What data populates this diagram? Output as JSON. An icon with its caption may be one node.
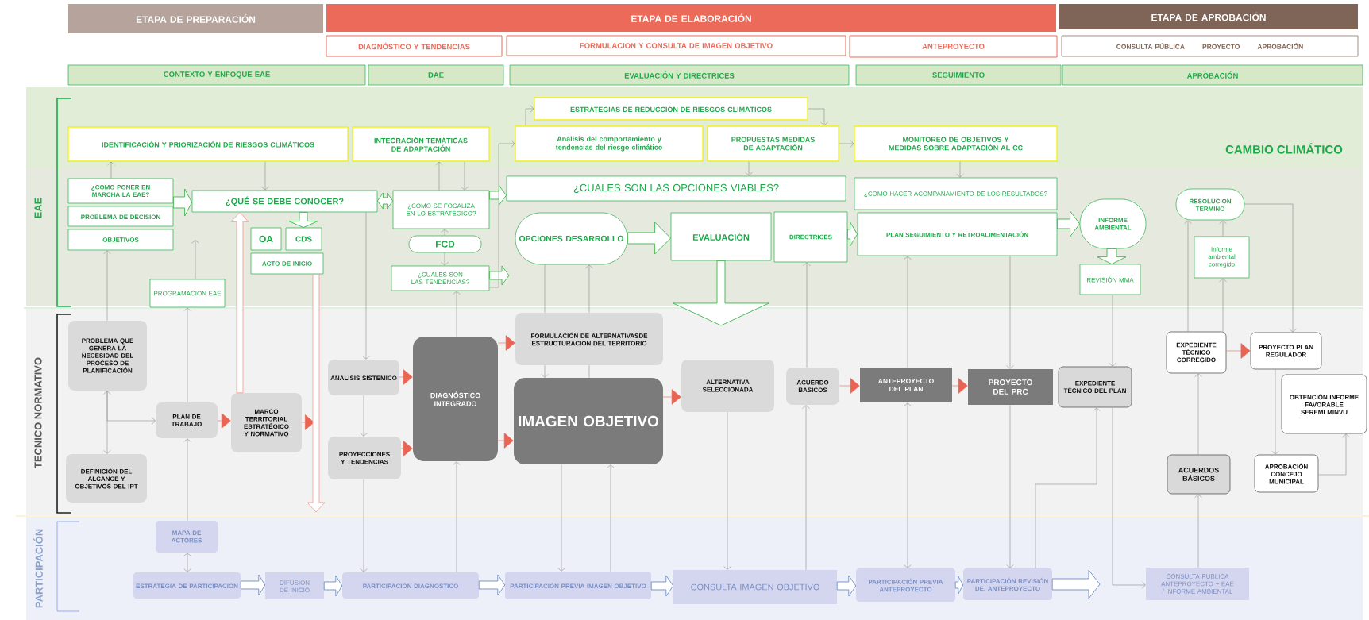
{
  "diagram": {
    "nodes": [
      {
        "text": [
          "ETAPA DE PREPARACIÓN"
        ]
      },
      {
        "text": [
          "ETAPA DE ELABORACIÓN"
        ]
      },
      {
        "text": [
          "ETAPA DE APROBACIÓN"
        ]
      },
      {
        "text": [
          "DIAGNÓSTICO Y TENDENCIAS"
        ]
      },
      {
        "text": [
          "FORMULACION Y CONSULTA DE IMAGEN OBJETIVO"
        ]
      },
      {
        "text": [
          "ANTEPROYECTO"
        ]
      },
      {
        "text": [
          "CONSULTA PÚBLICA",
          "PROYECTO",
          "APROBACIÓN"
        ]
      },
      {
        "text": [
          "CONTEXTO Y ENFOQUE EAE"
        ]
      },
      {
        "text": [
          "DAE"
        ]
      },
      {
        "text": [
          "EVALUACIÓN Y DIRECTRICES"
        ]
      },
      {
        "text": [
          "SEGUIMIENTO"
        ]
      },
      {
        "text": [
          "APROBACIÓN"
        ]
      },
      {
        "text": [
          "IDENTIFICACIÓN Y PRIORIZACIÓN DE RIESGOS CLIMÁTICOS"
        ]
      },
      {
        "text": [
          "INTEGRACIÓN TEMÁTICAS DE ADAPTACIÓN"
        ]
      },
      {
        "text": [
          "ESTRATEGIAS DE REDUCCIÓN DE RIESGOS CLIMÁTICOS"
        ]
      },
      {
        "text": [
          "Análisis del comportamiento y tendencias del riesgo climático"
        ]
      },
      {
        "text": [
          "PROPUESTAS MEDIDAS DE ADAPTACIÓN"
        ]
      },
      {
        "text": [
          "MONITOREO DE OBJETIVOS Y MEDIDAS SOBRE ADAPTACIÓN AL CC"
        ]
      },
      {
        "text": [
          "¿COMO PONER EN MARCHA LA EAE?"
        ]
      },
      {
        "text": [
          "PROBLEMA DE DECISIÓN"
        ]
      },
      {
        "text": [
          "OBJETIVOS"
        ]
      },
      {
        "text": [
          "¿QUÉ SE DEBE CONOCER?"
        ]
      },
      {
        "text": [
          "OA"
        ]
      },
      {
        "text": [
          "CDS"
        ]
      },
      {
        "text": [
          "ACTO DE INICIO"
        ]
      },
      {
        "text": [
          "¿COMO SE FOCALIZA EN LO ESTRATÉGICO?"
        ]
      },
      {
        "text": [
          "FCD"
        ]
      },
      {
        "text": [
          "¿CUALES SON LAS TENDENCIAS?"
        ]
      },
      {
        "text": [
          "PROGRAMACION EAE"
        ]
      },
      {
        "text": [
          "¿CUALES SON LAS OPCIONES VIABLES?"
        ]
      },
      {
        "text": [
          "¿COMO HACER ACOMPAÑAMIENTO DE LOS RESULTADOS?"
        ]
      },
      {
        "text": [
          "OPCIONES DESARROLLO"
        ]
      },
      {
        "text": [
          "EVALUACIÓN"
        ]
      },
      {
        "text": [
          "DIRECTRICES"
        ]
      },
      {
        "text": [
          "PLAN SEGUIMIENTO Y RETROALIMENTACIÓN"
        ]
      },
      {
        "text": [
          "INFORME AMBIENTAL"
        ]
      },
      {
        "text": [
          "REVISIÓN MMA"
        ]
      },
      {
        "text": [
          "RESOLUCIÓN TERMINO"
        ]
      },
      {
        "text": [
          "Informe ambiental corregido"
        ]
      },
      {
        "text": [
          "PROBLEMA QUE GENERA LA NECESIDAD DEL PROCESO DE PLANIFICACIÓN"
        ]
      },
      {
        "text": [
          "DEFINICIÓN DEL ALCANCE Y OBJETIVOS DEL IPT"
        ]
      },
      {
        "text": [
          "PLAN DE TRABAJO"
        ]
      },
      {
        "text": [
          "MARCO TERRITORIAL ESTRATÉGICO Y NORMATIVO"
        ]
      },
      {
        "text": [
          "ANÁLISIS SISTÉMICO"
        ]
      },
      {
        "text": [
          "PROYECCIONES Y TENDENCIAS"
        ]
      },
      {
        "text": [
          "DIAGNÓSTICO INTEGRADO"
        ]
      },
      {
        "text": [
          "FORMULACIÓN DE ALTERNATIVASDE ESTRUCTURACION DEL TERRITORIO"
        ]
      },
      {
        "text": [
          "IMAGEN OBJETIVO"
        ]
      },
      {
        "text": [
          "ALTERNATIVA SELECCIONADA"
        ]
      },
      {
        "text": [
          "ACUERDO BÁSICOS"
        ]
      },
      {
        "text": [
          "ANTEPROYECTO DEL PLAN"
        ]
      },
      {
        "text": [
          "PROYECTO DEL PRC"
        ]
      },
      {
        "text": [
          "EXPEDIENTE TÉCNICO DEL PLAN"
        ]
      },
      {
        "text": [
          "EXPEDIENTE TÉCNICO CORREGIDO"
        ]
      },
      {
        "text": [
          "PROYECTO PLAN REGULADOR"
        ]
      },
      {
        "text": [
          "OBTENCIÓN INFORME FAVORABLE SEREMI MINVU"
        ]
      },
      {
        "text": [
          "ACUERDOS BÁSICOS"
        ]
      },
      {
        "text": [
          "APROBACIÓN CONCEJO MUNICIPAL"
        ]
      },
      {
        "text": [
          "MAPA DE ACTORES"
        ]
      },
      {
        "text": [
          "ESTRATEGIA DE PARTICIPACIÓN"
        ]
      },
      {
        "text": [
          "DIFUSIÓN DE INICIO"
        ]
      },
      {
        "text": [
          "PARTICIPACIÓN DIAGNOSTICO"
        ]
      },
      {
        "text": [
          "PARTICIPACIÓN PREVIA IMAGEN OBJETIVO"
        ]
      },
      {
        "text": [
          "CONSULTA IMAGEN OBJETIVO"
        ]
      },
      {
        "text": [
          "PARTICIPACIÓN PREVIA ANTEPROYECTO"
        ]
      },
      {
        "text": [
          "PARTICIPACIÓN REVISIÓN DE. ANTEPROYECTO"
        ]
      },
      {
        "text": [
          "CONSULTA PUBLICA ANTEPROYECTO + EAE / INFORME AMBIENTAL"
        ]
      }
    ],
    "edges": [
      {
        "from": 18,
        "to": 12,
        "arrow": "to"
      },
      {
        "from": 12,
        "to": 21,
        "arrow": "to"
      },
      {
        "from": 19,
        "to": 21,
        "arrow": "to",
        "style": "thick",
        "color": "#3cb44b"
      },
      {
        "from": 21,
        "to": 25,
        "arrow": "both",
        "style": "thick",
        "color": "#3cb44b"
      },
      {
        "from": 25,
        "to": 13,
        "arrow": "to"
      },
      {
        "from": 13,
        "to": 25,
        "arrow": "to"
      },
      {
        "from": 26,
        "to": 25,
        "arrow": "to"
      },
      {
        "from": 26,
        "to": 27,
        "arrow": "to"
      },
      {
        "from": 21,
        "to": 23,
        "arrow": "to",
        "style": "thick",
        "color": "#3cb44b"
      },
      {
        "from": 28,
        "to": null,
        "arrow": "to"
      },
      {
        "from": 39,
        "to": 20,
        "arrow": "to"
      },
      {
        "from": 41,
        "to": 28,
        "arrow": "to"
      },
      {
        "from": 58,
        "to": 41,
        "arrow": "to"
      },
      {
        "from": 58,
        "to": 59,
        "arrow": "both"
      },
      {
        "from": 39,
        "to": 40,
        "arrow": "both"
      },
      {
        "from": 39,
        "to": 41,
        "arrow": "to"
      },
      {
        "from": 41,
        "to": 42,
        "arrow": "to",
        "color": "#ea6453"
      },
      {
        "from": 42,
        "to": null,
        "arrow": "to",
        "color": "#ea6453"
      },
      {
        "from": 42,
        "to": 21,
        "arrow": "to",
        "style": "thick",
        "color": "#f4a29b"
      },
      {
        "from": 24,
        "to": null,
        "arrow": "to",
        "style": "thick",
        "color": "#f4a29b"
      },
      {
        "from": 21,
        "to": 43,
        "arrow": "to"
      },
      {
        "from": 43,
        "to": 44,
        "arrow": "to"
      },
      {
        "from": 44,
        "to": 61,
        "arrow": "to"
      },
      {
        "from": 43,
        "to": 45,
        "arrow": "to",
        "color": "#ea6453"
      },
      {
        "from": 44,
        "to": 45,
        "arrow": "to",
        "color": "#ea6453"
      },
      {
        "from": 61,
        "to": 45,
        "arrow": "to"
      },
      {
        "from": 45,
        "to": 27,
        "arrow": "to"
      },
      {
        "from": 25,
        "to": 29,
        "arrow": "to",
        "style": "thick",
        "color": "#3cb44b"
      },
      {
        "from": 27,
        "to": null,
        "arrow": "to",
        "style": "thick",
        "color": "#3cb44b"
      },
      {
        "from": 27,
        "to": 15,
        "arrow": "to"
      },
      {
        "from": 15,
        "to": 14,
        "arrow": "to"
      },
      {
        "from": 14,
        "to": 16,
        "arrow": "to"
      },
      {
        "from": 16,
        "to": 17,
        "arrow": "to"
      },
      {
        "from": 16,
        "to": 29,
        "arrow": "to"
      },
      {
        "from": 17,
        "to": 30,
        "arrow": "to"
      },
      {
        "from": 31,
        "to": 32,
        "arrow": "to",
        "style": "thick",
        "color": "#3cb44b"
      },
      {
        "from": 33,
        "to": 34,
        "arrow": "to",
        "style": "thick",
        "color": "#3cb44b"
      },
      {
        "from": 34,
        "to": 35,
        "arrow": "to",
        "style": "thick",
        "color": "#3cb44b"
      },
      {
        "from": 35,
        "to": 36,
        "arrow": "to",
        "style": "thick",
        "color": "#3cb44b"
      },
      {
        "from": 32,
        "to": null,
        "arrow": "to",
        "style": "thick",
        "color": "#3cb44b"
      },
      {
        "from": 31,
        "to": 46,
        "arrow": "none"
      },
      {
        "from": 46,
        "to": 47,
        "arrow": "to"
      },
      {
        "from": 47,
        "to": 46,
        "arrow": "none"
      },
      {
        "from": 46,
        "to": 31,
        "arrow": "to"
      },
      {
        "from": 45,
        "to": 46,
        "arrow": "to",
        "color": "#ea6453"
      },
      {
        "from": 45,
        "to": 47,
        "arrow": "to",
        "color": "#ea6453"
      },
      {
        "from": 47,
        "to": 48,
        "arrow": "to",
        "color": "#ea6453"
      },
      {
        "from": 47,
        "to": 62,
        "arrow": "to"
      },
      {
        "from": 62,
        "to": 47,
        "arrow": "to"
      },
      {
        "from": 48,
        "to": 63,
        "arrow": "to"
      },
      {
        "from": 63,
        "to": 49,
        "arrow": "to"
      },
      {
        "from": 49,
        "to": 33,
        "arrow": "to"
      },
      {
        "from": 49,
        "to": 50,
        "arrow": "to",
        "color": "#ea6453"
      },
      {
        "from": 50,
        "to": 51,
        "arrow": "to",
        "color": "#ea6453"
      },
      {
        "from": 50,
        "to": 34,
        "arrow": "to"
      },
      {
        "from": 64,
        "to": 50,
        "arrow": "both"
      },
      {
        "from": 34,
        "to": 51,
        "arrow": "to"
      },
      {
        "from": 51,
        "to": 65,
        "arrow": "to"
      },
      {
        "from": 65,
        "to": 52,
        "arrow": "to"
      },
      {
        "from": 36,
        "to": 52,
        "arrow": "to"
      },
      {
        "from": 52,
        "to": 66,
        "arrow": "to"
      },
      {
        "from": 66,
        "to": 56,
        "arrow": "to"
      },
      {
        "from": 56,
        "to": 53,
        "arrow": "to"
      },
      {
        "from": 53,
        "to": 37,
        "arrow": "to"
      },
      {
        "from": 53,
        "to": 38,
        "arrow": "to"
      },
      {
        "from": 38,
        "to": 37,
        "arrow": "to"
      },
      {
        "from": 37,
        "to": 54,
        "arrow": "to"
      },
      {
        "from": 53,
        "to": 54,
        "arrow": "to",
        "color": "#ea6453"
      },
      {
        "from": 54,
        "to": 57,
        "arrow": "to"
      },
      {
        "from": 57,
        "to": 55,
        "arrow": "to"
      },
      {
        "from": 59,
        "to": 60,
        "arrow": "to",
        "style": "thick",
        "color": "#6d8cc4"
      },
      {
        "from": 60,
        "to": 61,
        "arrow": "to",
        "style": "thick",
        "color": "#6d8cc4"
      },
      {
        "from": 61,
        "to": 62,
        "arrow": "to",
        "style": "thick",
        "color": "#6d8cc4"
      },
      {
        "from": 62,
        "to": 63,
        "arrow": "to",
        "style": "thick",
        "color": "#6d8cc4"
      },
      {
        "from": 63,
        "to": 64,
        "arrow": "to",
        "style": "thick",
        "color": "#6d8cc4"
      },
      {
        "from": 64,
        "to": 65,
        "arrow": "to",
        "style": "thick",
        "color": "#6d8cc4"
      },
      {
        "from": 65,
        "to": null,
        "arrow": "to",
        "style": "thick",
        "color": "#6d8cc4"
      }
    ],
    "labels": [
      "EAE",
      "TECNICO NORMATIVO",
      "PARTICIPACIÓN",
      "CAMBIO CLIMÁTICO"
    ]
  }
}
